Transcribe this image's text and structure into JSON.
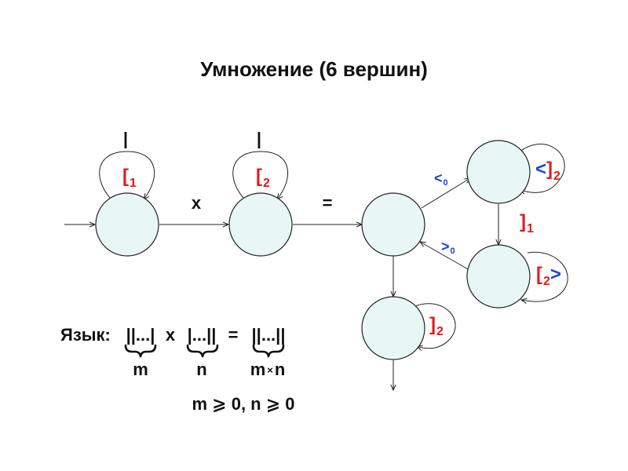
{
  "title": "Умножение (6 вершин)",
  "colors": {
    "node_fill": "#e8f6f6",
    "red": "#e01b1b",
    "blue": "#1a44d8",
    "text": "#111111"
  },
  "diagram": {
    "loop_labels": {
      "n1_bar": "|",
      "n2_bar": "|"
    },
    "bracket_open_1": {
      "base": "[",
      "sub": "1"
    },
    "bracket_open_2": {
      "base": "[",
      "sub": "2"
    },
    "op_x": "x",
    "op_eq": "=",
    "edge_lt0": {
      "base": "<",
      "sub": "0"
    },
    "edge_gt0": {
      "base": ">",
      "sub": "0"
    },
    "edge_close1": {
      "base": "]",
      "sub": "1"
    },
    "loop_top": {
      "prefix": "<",
      "base": "]",
      "sub": "2"
    },
    "loop_right": {
      "base": "[",
      "sub": "2",
      "suffix": ">"
    },
    "loop_bottom": {
      "base": "]",
      "sub": "2"
    }
  },
  "language": {
    "prefix": "Язык:",
    "word1": "||...|",
    "op_x": "x",
    "word2": "|...||",
    "op_eq": "=",
    "word3": "||...||",
    "under1": "m",
    "under2": "n",
    "under3_a": "m",
    "under3_x": "×",
    "under3_b": "n",
    "condition": "m ⩾ 0, n ⩾ 0"
  }
}
